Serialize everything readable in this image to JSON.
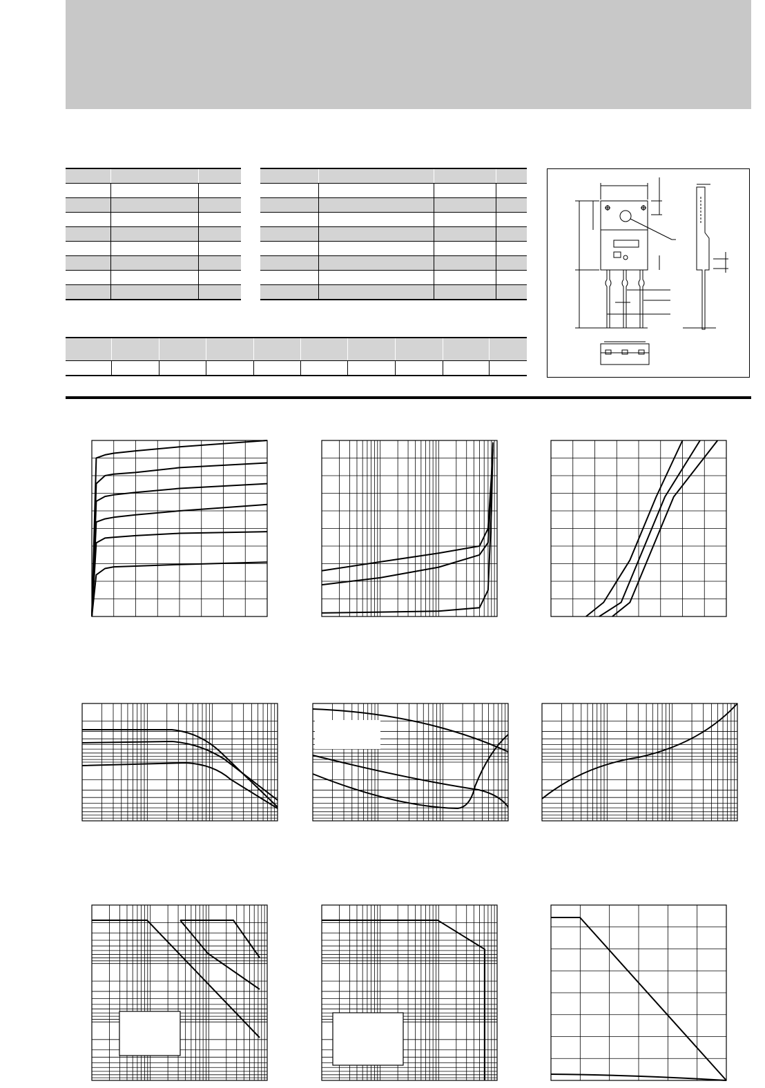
{
  "header": {
    "title": ""
  },
  "tables": {
    "left": {
      "columns": 3,
      "rows": 8
    },
    "right": {
      "columns": 4,
      "rows": 8
    },
    "bottom": {
      "columns": 10,
      "rows": 1
    }
  },
  "chart_data": [
    {
      "type": "line",
      "title": "",
      "grid": true,
      "x_scale": "linear",
      "y_scale": "linear",
      "series": [
        {
          "x": [
            0,
            0.2,
            0.6,
            1.0,
            2,
            4,
            8
          ],
          "y": [
            0,
            9.9,
            10.1,
            10.2,
            10.35,
            10.6,
            11.0
          ]
        },
        {
          "x": [
            0,
            0.2,
            0.6,
            1.0,
            2,
            4,
            8
          ],
          "y": [
            0,
            8.3,
            8.8,
            8.9,
            9.0,
            9.3,
            9.6
          ]
        },
        {
          "x": [
            0,
            0.2,
            0.6,
            1.0,
            2,
            4,
            8
          ],
          "y": [
            0,
            7.2,
            7.5,
            7.6,
            7.75,
            8.0,
            8.3
          ]
        },
        {
          "x": [
            0,
            0.2,
            0.6,
            1.0,
            2,
            4,
            8
          ],
          "y": [
            0,
            5.9,
            6.1,
            6.2,
            6.35,
            6.6,
            7.0
          ]
        },
        {
          "x": [
            0,
            0.2,
            0.6,
            1.0,
            2,
            4,
            8
          ],
          "y": [
            0,
            4.6,
            4.9,
            4.95,
            5.05,
            5.2,
            5.3
          ]
        },
        {
          "x": [
            0,
            0.2,
            0.6,
            1.0,
            2,
            4,
            8
          ],
          "y": [
            0,
            2.6,
            3.0,
            3.1,
            3.15,
            3.25,
            3.4
          ]
        }
      ]
    },
    {
      "type": "line",
      "title": "",
      "grid": true,
      "x_scale": "log",
      "y_scale": "linear",
      "series": [
        {
          "x": [
            0.01,
            0.1,
            1,
            5,
            7,
            8,
            8.5
          ],
          "y": [
            2.6,
            3.1,
            3.6,
            4.0,
            5.0,
            8.0,
            9.8
          ]
        },
        {
          "x": [
            0.01,
            0.1,
            1,
            5,
            7,
            8,
            8.5
          ],
          "y": [
            1.8,
            2.2,
            2.8,
            3.5,
            4.2,
            7.5,
            9.5
          ]
        },
        {
          "x": [
            0.01,
            0.1,
            1,
            5,
            7,
            8,
            8.5
          ],
          "y": [
            0.2,
            0.25,
            0.3,
            0.5,
            1.5,
            6.0,
            9.9
          ]
        }
      ]
    },
    {
      "type": "line",
      "title": "",
      "grid": true,
      "x_scale": "linear",
      "y_scale": "linear",
      "series": [
        {
          "x": [
            0.4,
            0.6,
            0.9,
            1.2,
            1.5
          ],
          "y": [
            0,
            0.8,
            3.2,
            6.8,
            10
          ]
        },
        {
          "x": [
            0.55,
            0.8,
            1.0,
            1.3,
            1.7
          ],
          "y": [
            0,
            0.8,
            3.2,
            6.8,
            10
          ]
        },
        {
          "x": [
            0.7,
            0.9,
            1.1,
            1.4,
            1.9
          ],
          "y": [
            0,
            0.8,
            3.2,
            6.8,
            10
          ]
        }
      ]
    },
    {
      "type": "line",
      "title": "",
      "grid": true,
      "x_scale": "log",
      "y_scale": "log",
      "series": []
    },
    {
      "type": "line",
      "title": "",
      "grid": true,
      "x_scale": "log",
      "y_scale": "log",
      "series": []
    },
    {
      "type": "line",
      "title": "",
      "grid": true,
      "x_scale": "log",
      "y_scale": "log",
      "series": []
    },
    {
      "type": "line",
      "title": "",
      "grid": true,
      "x_scale": "log",
      "y_scale": "log",
      "series": []
    },
    {
      "type": "line",
      "title": "",
      "grid": true,
      "x_scale": "log",
      "y_scale": "log",
      "series": []
    },
    {
      "type": "line",
      "title": "",
      "grid": true,
      "x_scale": "linear",
      "y_scale": "linear",
      "series": []
    }
  ]
}
